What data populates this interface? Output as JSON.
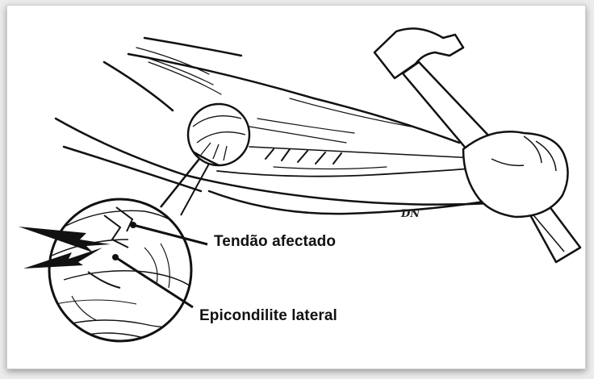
{
  "labels": {
    "tendon": "Tendão afectado",
    "epicondyle": "Epicondilite lateral"
  },
  "signature": "DN",
  "colors": {
    "ink": "#111111",
    "paper": "#ffffff",
    "background": "#ececec"
  },
  "icons": [
    "hammer-icon",
    "lightning-bolt-icon",
    "magnifier-circle-icon"
  ]
}
